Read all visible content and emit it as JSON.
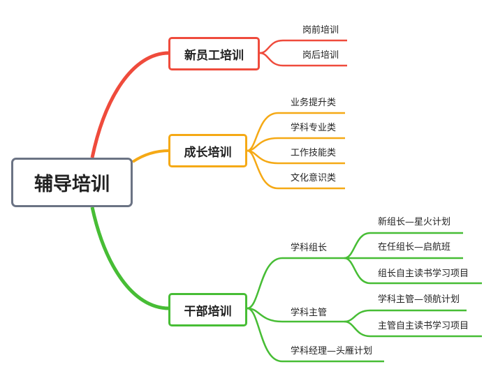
{
  "root": "辅导培训",
  "colors": {
    "red": "#ef4b3c",
    "orange": "#f5a915",
    "green": "#47bd35",
    "root_border": "#6b7384"
  },
  "branches": [
    {
      "label": "新员工培训",
      "children": [
        "岗前培训",
        "岗后培训"
      ]
    },
    {
      "label": "成长培训",
      "children": [
        "业务提升类",
        "学科专业类",
        "工作技能类",
        "文化意识类"
      ]
    },
    {
      "label": "干部培训",
      "children": [
        {
          "label": "学科组长",
          "children": [
            "新组长—星火计划",
            "在任组长—启航班",
            "组长自主读书学习项目"
          ]
        },
        {
          "label": "学科主管",
          "children": [
            "学科主管—领航计划",
            "主管自主读书学习项目"
          ]
        },
        {
          "label": "学科经理—头雁计划"
        }
      ]
    }
  ]
}
